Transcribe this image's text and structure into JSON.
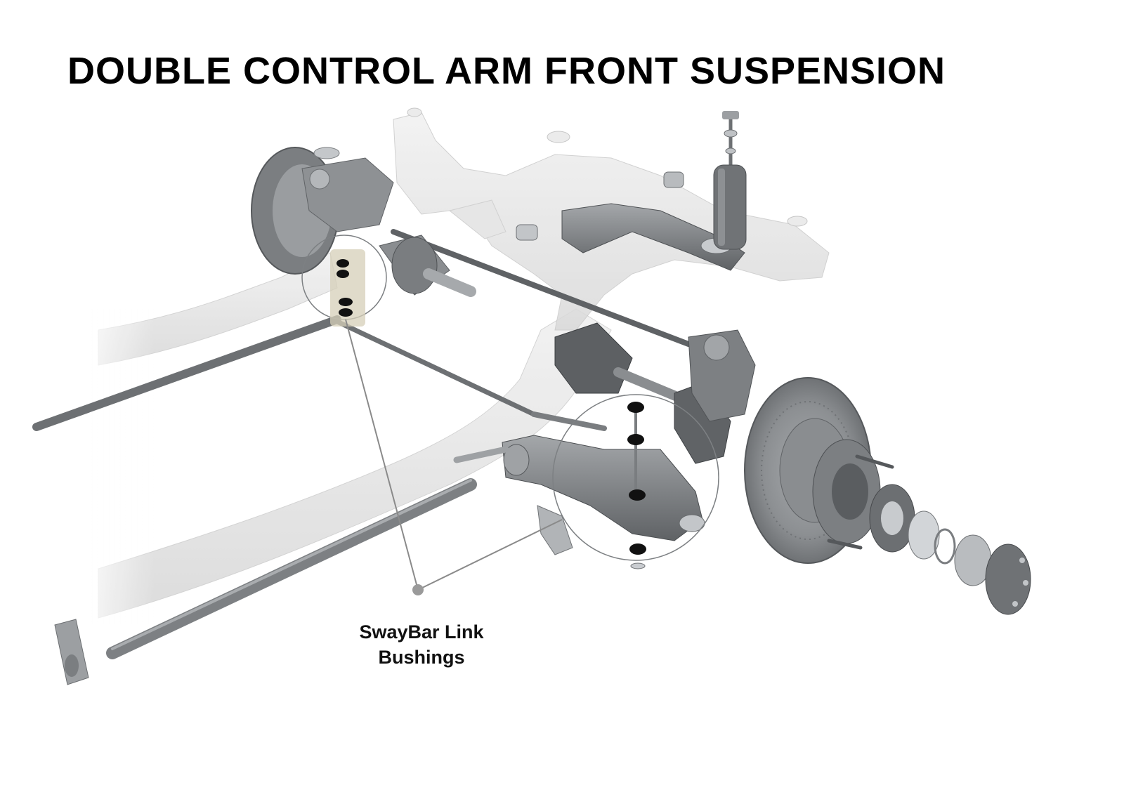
{
  "title": "DOUBLE CONTROL ARM FRONT SUSPENSION",
  "callout": {
    "line1": "SwayBar Link",
    "line2": "Bushings"
  },
  "colors": {
    "frame": "#e6e6e6",
    "metal_dark": "#6f7275",
    "metal_mid": "#9a9da0",
    "bushing": "#111111",
    "leader": "#8a8a8a"
  },
  "components": [
    "frame-rail-icon",
    "crossmember-icon",
    "upper-control-arm-icon",
    "lower-control-arm-icon",
    "shock-absorber-icon",
    "sway-bar-icon",
    "cv-axle-icon",
    "brake-rotor-icon",
    "wheel-hub-icon",
    "torsion-bar-icon"
  ]
}
